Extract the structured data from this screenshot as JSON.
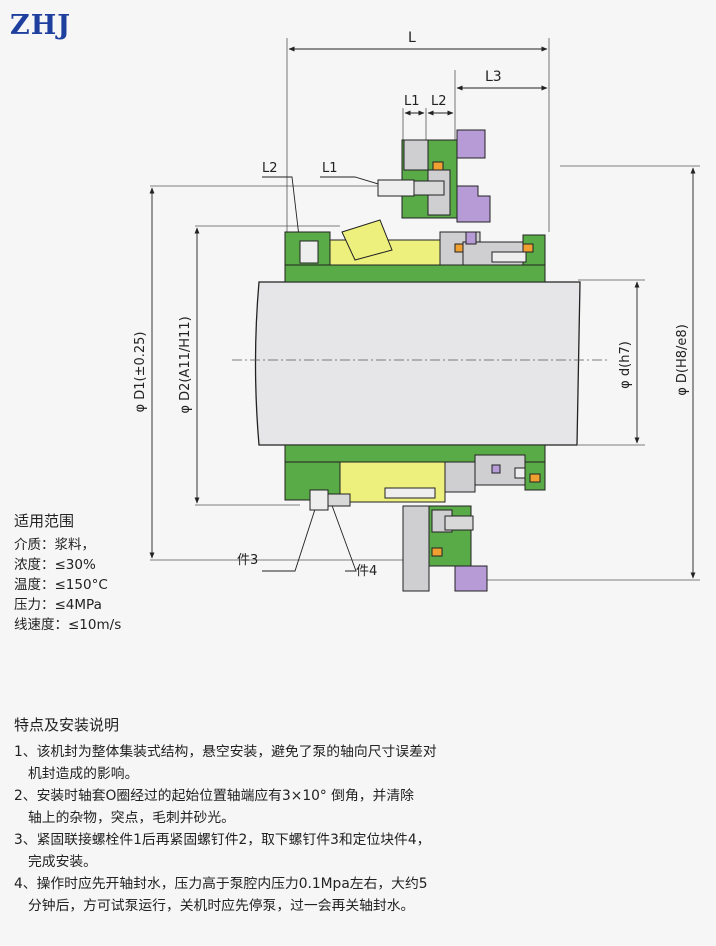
{
  "header": {
    "title": "ZHJ"
  },
  "drawing": {
    "dim_L": "L",
    "dim_L1": "L1",
    "dim_L2": "L2",
    "dim_L3": "L3",
    "dim_phiD1": "φ D1(±0.25)",
    "dim_phiD2": "φ D2(A11/H11)",
    "dim_phid": "φ d(h7)",
    "dim_phiD": "φ D(H8/e8)",
    "part3": "件3",
    "part4": "件4",
    "colors": {
      "green": "#59ab48",
      "yellow": "#eef07e",
      "gray": "#cfcfd1",
      "purple": "#b79bd7",
      "orange": "#f0a030",
      "line": "#222222"
    }
  },
  "scope": {
    "heading": "适用范围",
    "items": [
      "介质：浆料，",
      "浓度：≤30%",
      "温度：≤150°C",
      "压力：≤4MPa",
      "线速度：≤10m/s"
    ]
  },
  "notes": {
    "heading": "特点及安装说明",
    "items": [
      {
        "line1": "1、该机封为整体集装式结构，悬空安装，避免了泵的轴向尺寸误差对",
        "line2": "机封造成的影响。"
      },
      {
        "line1": "2、安装时轴套O圈经过的起始位置轴端应有3×10° 倒角，并清除",
        "line2": "轴上的杂物，突点，毛刺并砂光。"
      },
      {
        "line1": "3、紧固联接螺栓件1后再紧固螺钉件2，取下螺钉件3和定位块件4，",
        "line2": "完成安装。"
      },
      {
        "line1": "4、操作时应先开轴封水，压力高于泵腔内压力0.1Mpa左右，大约5",
        "line2": "分钟后，方可试泵运行，关机时应先停泵，过一会再关轴封水。"
      }
    ]
  }
}
